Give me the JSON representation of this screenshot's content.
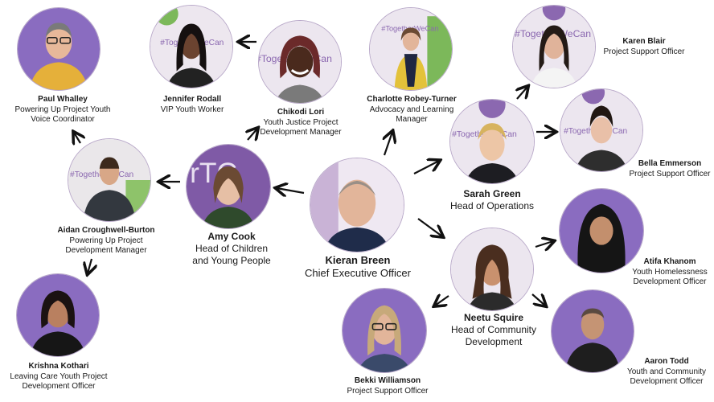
{
  "people": {
    "kieran": {
      "name": "Kieran Breen",
      "role": "Chief Executive Officer"
    },
    "amy": {
      "name": "Amy Cook",
      "role_line1": "Head of Children",
      "role_line2": "and Young People"
    },
    "sarah": {
      "name": "Sarah Green",
      "role": "Head of Operations"
    },
    "neetu": {
      "name": "Neetu Squire",
      "role_line1": "Head of Community",
      "role_line2": "Development"
    },
    "aidan": {
      "name": "Aidan Croughwell-Burton",
      "role_line1": "Powering Up Project",
      "role_line2": "Development Manager"
    },
    "paul": {
      "name": "Paul Whalley",
      "role_line1": "Powering Up Project Youth",
      "role_line2": "Voice Coordinator"
    },
    "krishna": {
      "name": "Krishna Kothari",
      "role_line1": "Leaving Care Youth Project",
      "role_line2": "Development Officer"
    },
    "jennifer": {
      "name": "Jennifer Rodall",
      "role": "VIP Youth Worker"
    },
    "chikodi": {
      "name": "Chikodi Lori",
      "role_line1": "Youth Justice Project",
      "role_line2": "Development Manager"
    },
    "charlotte": {
      "name": "Charlotte Robey-Turner",
      "role_line1": "Advocacy and Learning",
      "role_line2": "Manager"
    },
    "karen": {
      "name": "Karen Blair",
      "role": "Project Support Officer"
    },
    "bella": {
      "name": "Bella Emmerson",
      "role": "Project Support Officer"
    },
    "atifa": {
      "name": "Atifa Khanom",
      "role_line1": "Youth Homelessness",
      "role_line2": "Development Officer"
    },
    "aaron": {
      "name": "Aaron Todd",
      "role_line1": "Youth and Community",
      "role_line2": "Development Officer"
    },
    "bekki": {
      "name": "Bekki Williamson",
      "role": "Project Support Officer"
    }
  },
  "backdrop_text": {
    "hashtag": "#TogetherWeCan",
    "partial_rtc": "rTC"
  },
  "colors": {
    "purple": "#8b68b0",
    "lavender": "#d9cce6",
    "green": "#7cb85a",
    "arrow": "#111111"
  }
}
